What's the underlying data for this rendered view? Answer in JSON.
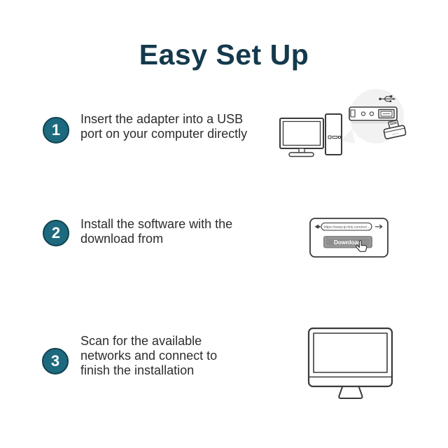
{
  "title": "Easy Set Up",
  "steps": [
    {
      "number": "1",
      "lines": [
        "Insert the adapter into a USB",
        "port on your computer directly"
      ]
    },
    {
      "number": "2",
      "lines": [
        "Install the software with the",
        "download from"
      ]
    },
    {
      "number": "3",
      "lines": [
        "Scan for the available",
        "networks and connect to",
        "finish the installation"
      ]
    }
  ],
  "illustrations": {
    "step1": {
      "icons": [
        "desktop-computer",
        "pc-tower",
        "usb-ports-panel",
        "usb-symbol",
        "usb-adapter"
      ]
    },
    "step2": {
      "browser_url": "https://www.tp-link.com/en/...",
      "download_label": "Download",
      "icons": [
        "back-arrow",
        "forward-arrow",
        "cursor-hand"
      ]
    },
    "step3": {
      "icons": [
        "imac-monitor"
      ]
    }
  },
  "colors": {
    "background": "#ffffff",
    "title": "#14394c",
    "step_text": "#2d2d2d",
    "badge_fill": "#1d6a7f",
    "badge_ring": "#0f4250",
    "badge_number": "#ffffff",
    "outline": "#3a3a3a",
    "callout_fill": "#f2f2f2",
    "download_button": "#8f8f8f",
    "url_text": "#666666"
  }
}
